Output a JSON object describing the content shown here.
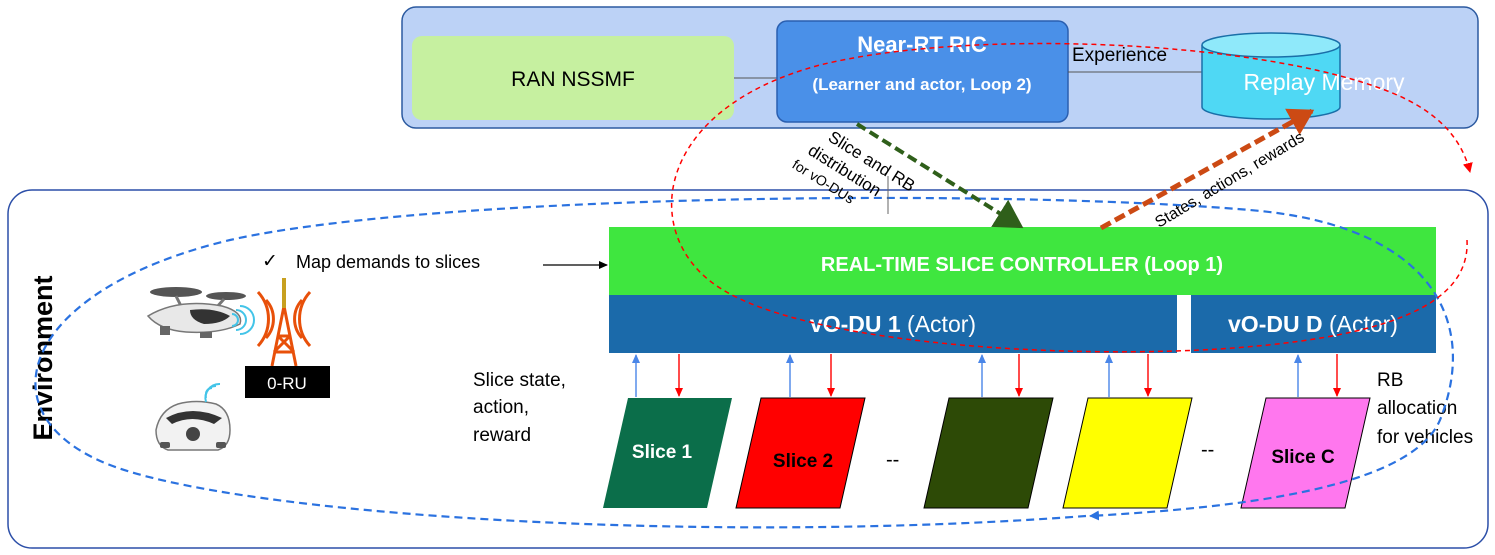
{
  "top_panel": {
    "nssmf_label": "RAN NSSMF",
    "ric_title": "Near-RT RIC",
    "ric_subtitle": "(Learner and actor, Loop 2)",
    "experience_label": "Experience",
    "replay_label": "Replay Memory"
  },
  "arrows": {
    "down_label_lines": [
      "Slice and RB",
      "distribution",
      "for vO-DUs"
    ],
    "up_label": "States, actions, rewards"
  },
  "environment": {
    "label": "Environment",
    "map_demands": "Map demands to slices",
    "check_glyph": "✓",
    "controller_label": "REAL-TIME SLICE CONTROLLER (Loop 1)",
    "vodu1_bold": "vO-DU 1",
    "vodu1_normal": " (Actor)",
    "voduD_bold": "vO-DU D",
    "voduD_normal": " (Actor)",
    "oru_label": "0-RU",
    "slice_state_lines": [
      "Slice state,",
      "action,",
      "reward"
    ],
    "rb_alloc_lines": [
      "RB",
      "allocation",
      "for vehicles"
    ],
    "dashes_1": "--",
    "dashes_2": "--"
  },
  "slices": [
    {
      "label": "Slice 1",
      "color": "#0b6e4a",
      "text_color": "#ffffff"
    },
    {
      "label": "Slice 2",
      "color": "#ff0000",
      "text_color": "#000000"
    },
    {
      "label": "",
      "color": "#2d4a06",
      "text_color": "#ffffff"
    },
    {
      "label": "",
      "color": "#ffff00",
      "text_color": "#000000"
    },
    {
      "label": "Slice C",
      "color": "#ff77ee",
      "text_color": "#000000"
    }
  ],
  "colors": {
    "top_panel_bg": "#bcd2f6",
    "nssmf_bg": "#c6f0a0",
    "ric_bg": "#4a90e8",
    "replay_bg": "#4fd8f4",
    "controller_bg": "#3fe63f",
    "vodu_bg": "#1b6aaa",
    "down_arrow": "#2f5f1a",
    "up_arrow": "#cc4a14",
    "red_loop": "#ff0000",
    "blue_loop": "#2b72e0"
  }
}
